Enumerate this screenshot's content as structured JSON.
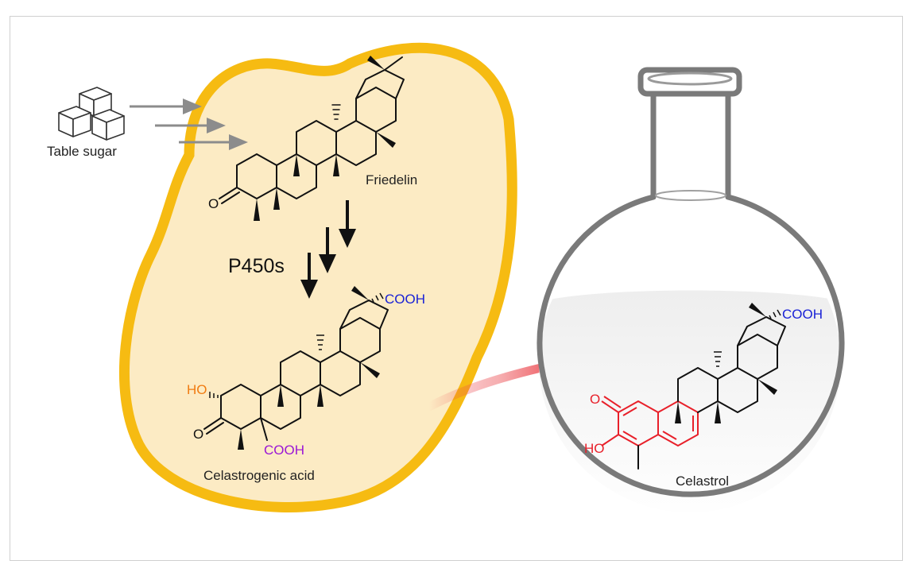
{
  "labels": {
    "table_sugar": "Table sugar",
    "friedelin": "Friedelin",
    "p450s": "P450s",
    "celastrogenic_acid": "Celastrogenic acid",
    "celastrol": "Celastrol",
    "ho_orange": "HO",
    "o_ketone_friedelin": "O",
    "o_ketone_acid": "O",
    "cooh_top_acid": "COOH",
    "cooh_bottom_acid": "COOH",
    "cooh_celastrol": "COOH",
    "o_celastrol": "O",
    "ho_celastrol": "HO"
  },
  "colors": {
    "cell_fill": "#fcebc4",
    "cell_border": "#f6bb12",
    "arrow_gray": "#8c8c8c",
    "arrow_black": "#111111",
    "arrow_red": "#e8202a",
    "cooh_blue": "#1a22d6",
    "cooh_purple": "#9b17d6",
    "ho_orange": "#f07c12",
    "red_groups": "#e8202a",
    "flask_stroke": "#7a7a7a"
  }
}
